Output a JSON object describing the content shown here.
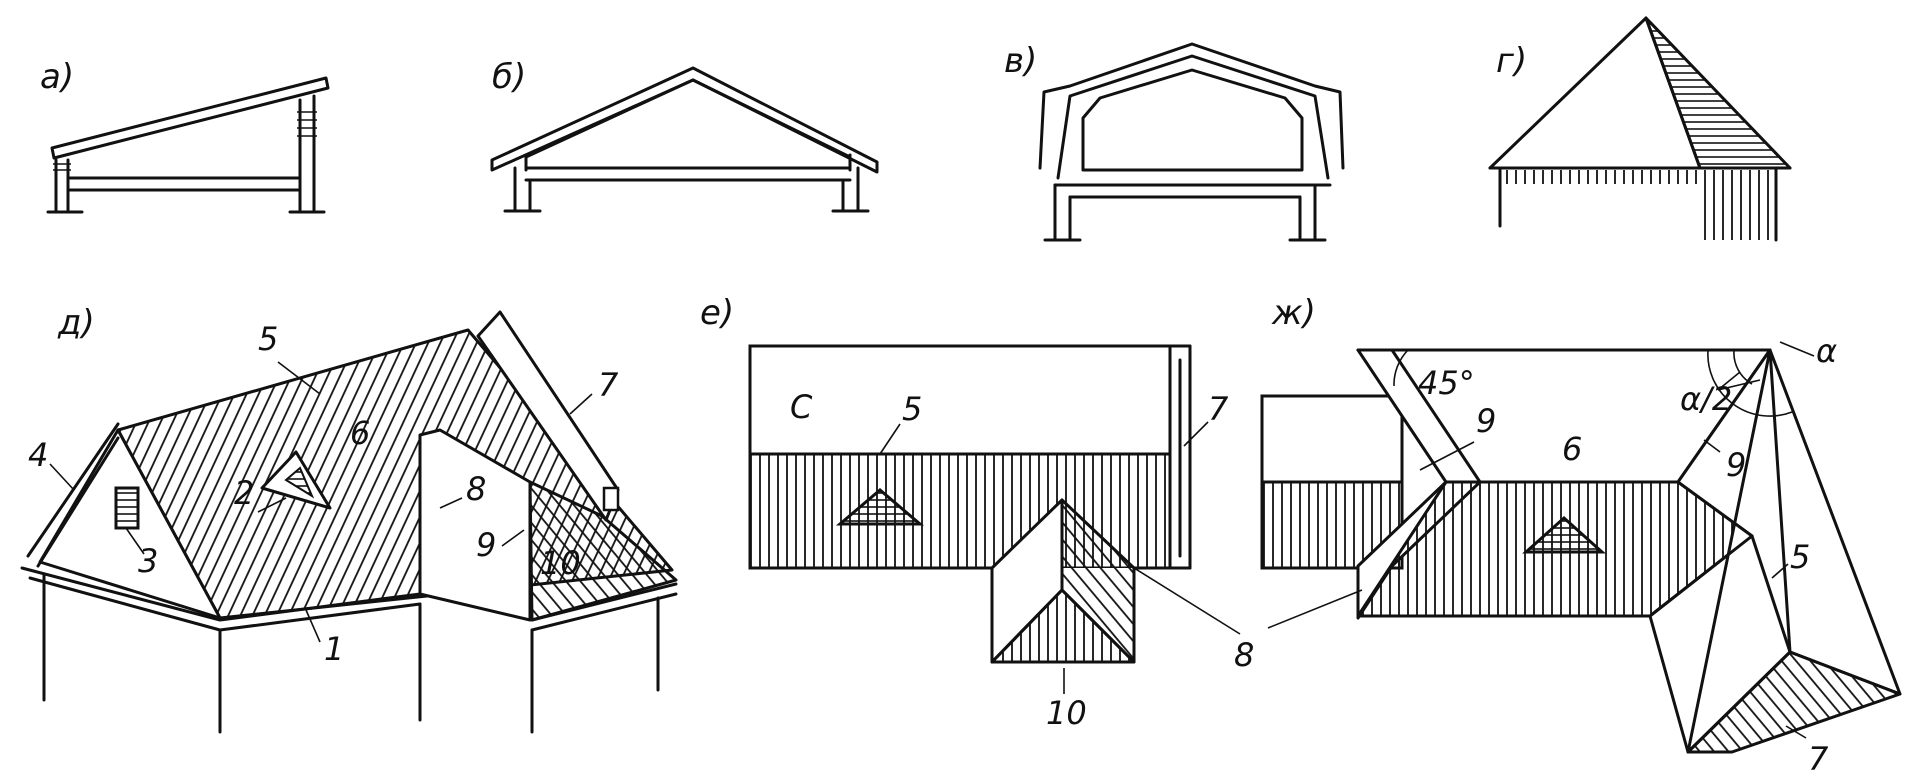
{
  "panels": {
    "a": {
      "label": "а)"
    },
    "b": {
      "label": "б)"
    },
    "v": {
      "label": "в)"
    },
    "g": {
      "label": "г)"
    },
    "d": {
      "label": "д)",
      "callouts": [
        "1",
        "2",
        "3",
        "4",
        "5",
        "6",
        "7",
        "8",
        "9",
        "10"
      ]
    },
    "e": {
      "label": "е)",
      "letter": "С",
      "callouts": [
        "5",
        "7",
        "8",
        "10"
      ]
    },
    "zh": {
      "label": "ж)",
      "angle_45": "45°",
      "alpha": "α",
      "alpha_half": "α/2",
      "callouts": [
        "9",
        "6",
        "9",
        "5",
        "7"
      ]
    }
  },
  "colors": {
    "ink": "#111111",
    "paper": "#ffffff"
  }
}
